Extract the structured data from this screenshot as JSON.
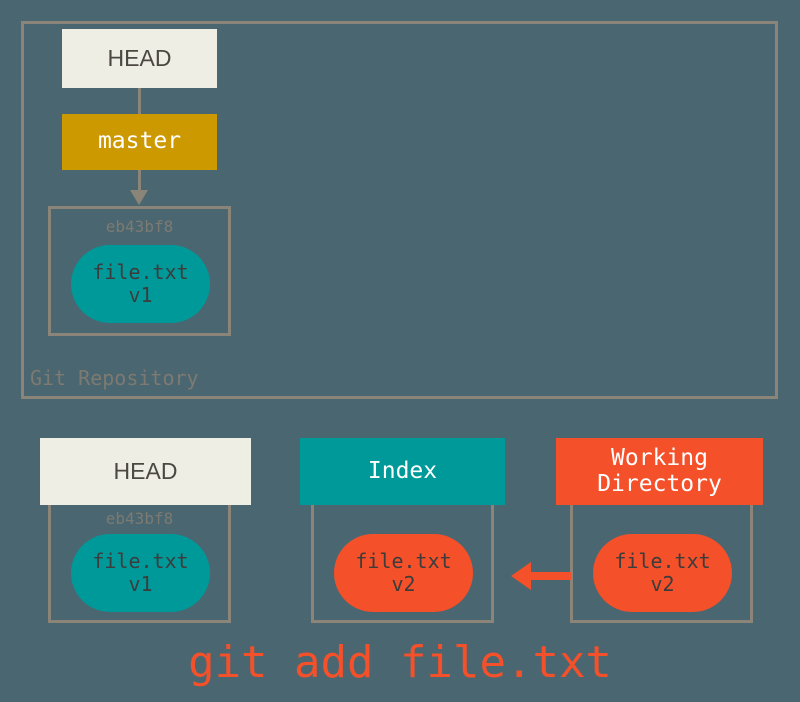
{
  "diagram": {
    "title": "git add file.txt",
    "background_color": "#4a6670"
  },
  "repository": {
    "label": "Git Repository",
    "head": {
      "label": "HEAD",
      "color": "#eeeee4"
    },
    "branch": {
      "label": "master",
      "color": "#cc9900"
    },
    "commit": {
      "sha": "eb43bf8",
      "blob": {
        "filename": "file.txt",
        "version": "v1",
        "color": "#009999"
      }
    }
  },
  "areas": [
    {
      "name": "head",
      "header_label": "HEAD",
      "header_color": "#eeeee4",
      "sha": "eb43bf8",
      "blob": {
        "filename": "file.txt",
        "version": "v1",
        "color": "#009999"
      }
    },
    {
      "name": "index",
      "header_label": "Index",
      "header_color": "#009999",
      "sha": "",
      "blob": {
        "filename": "file.txt",
        "version": "v2",
        "color": "#f4502a"
      }
    },
    {
      "name": "working-directory",
      "header_label_line1": "Working",
      "header_label_line2": "Directory",
      "header_color": "#f4502a",
      "sha": "",
      "blob": {
        "filename": "file.txt",
        "version": "v2",
        "color": "#f4502a"
      }
    }
  ],
  "arrows": [
    {
      "name": "master-to-commit",
      "direction": "down",
      "color": "#8a8578"
    },
    {
      "name": "working-directory-to-index",
      "direction": "left",
      "color": "#f4502a"
    }
  ],
  "command": {
    "text": "git add file.txt",
    "color": "#f4502a"
  }
}
